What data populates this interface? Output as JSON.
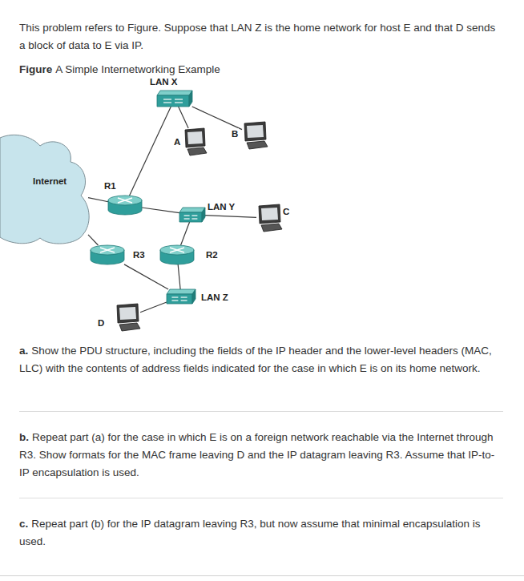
{
  "diagram": {
    "nodes": [
      {
        "text": [
          "LAN X"
        ]
      },
      {
        "text": [
          "A"
        ]
      },
      {
        "text": [
          "B"
        ]
      },
      {
        "text": [
          "Internet"
        ]
      },
      {
        "text": [
          "R1"
        ]
      },
      {
        "text": [
          "LAN Y"
        ]
      },
      {
        "text": [
          "C"
        ]
      },
      {
        "text": [
          "R3"
        ]
      },
      {
        "text": [
          "R2"
        ]
      },
      {
        "text": [
          "LAN Z"
        ]
      },
      {
        "text": [
          "D"
        ]
      }
    ],
    "edges": [
      {
        "from": 0,
        "to": 1,
        "arrow": "none"
      },
      {
        "from": 0,
        "to": 2,
        "arrow": "none"
      },
      {
        "from": 0,
        "to": 4,
        "arrow": "none"
      },
      {
        "from": 4,
        "to": 3,
        "arrow": "none"
      },
      {
        "from": 4,
        "to": 5,
        "arrow": "none"
      },
      {
        "from": 5,
        "to": 6,
        "arrow": "none"
      },
      {
        "from": 5,
        "to": 8,
        "arrow": "none"
      },
      {
        "from": 8,
        "to": 9,
        "arrow": "none"
      },
      {
        "from": 9,
        "to": 7,
        "arrow": "none"
      },
      {
        "from": 7,
        "to": 3,
        "arrow": "none"
      },
      {
        "from": 9,
        "to": 10,
        "arrow": "none"
      }
    ],
    "labels": [
      "This problem refers to Figure. Suppose that LAN Z is the home network for host E and that D sends a block of data to E via IP.",
      "Figure",
      "A Simple Internetworking Example",
      "a.",
      "Show the PDU structure, including the fields of the IP header and the lower-level headers (MAC, LLC) with the contents of address fields indicated for the case in which E is on its home network.",
      "b.",
      "Repeat part (a) for the case in which E is on a foreign network reachable via the Internet through R3. Show formats for the MAC frame leaving D and the IP datagram leaving R3. Assume that IP-to-IP encapsulation is used.",
      "c.",
      "Repeat part (b) for the IP datagram leaving R3, but now assume that minimal encapsulation is used."
    ]
  }
}
